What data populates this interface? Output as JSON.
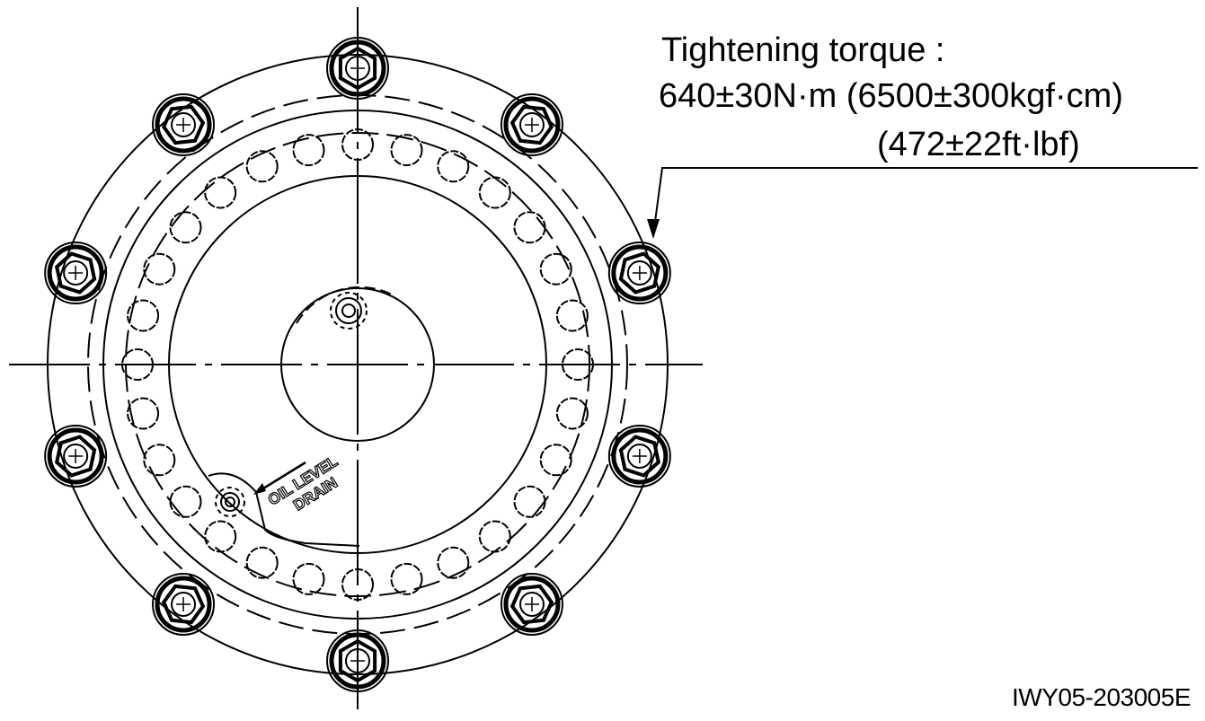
{
  "annotation": {
    "title": "Tightening torque :",
    "metric": "640±30N·m (6500±300kgf·cm)",
    "imperial": "(472±22ft·lbf)"
  },
  "engraving": {
    "line1": "OIL LEVEL",
    "line2": "DRAIN"
  },
  "figure_code": "IWY05-203005E",
  "colors": {
    "ink": "#000000",
    "background": "#ffffff"
  }
}
